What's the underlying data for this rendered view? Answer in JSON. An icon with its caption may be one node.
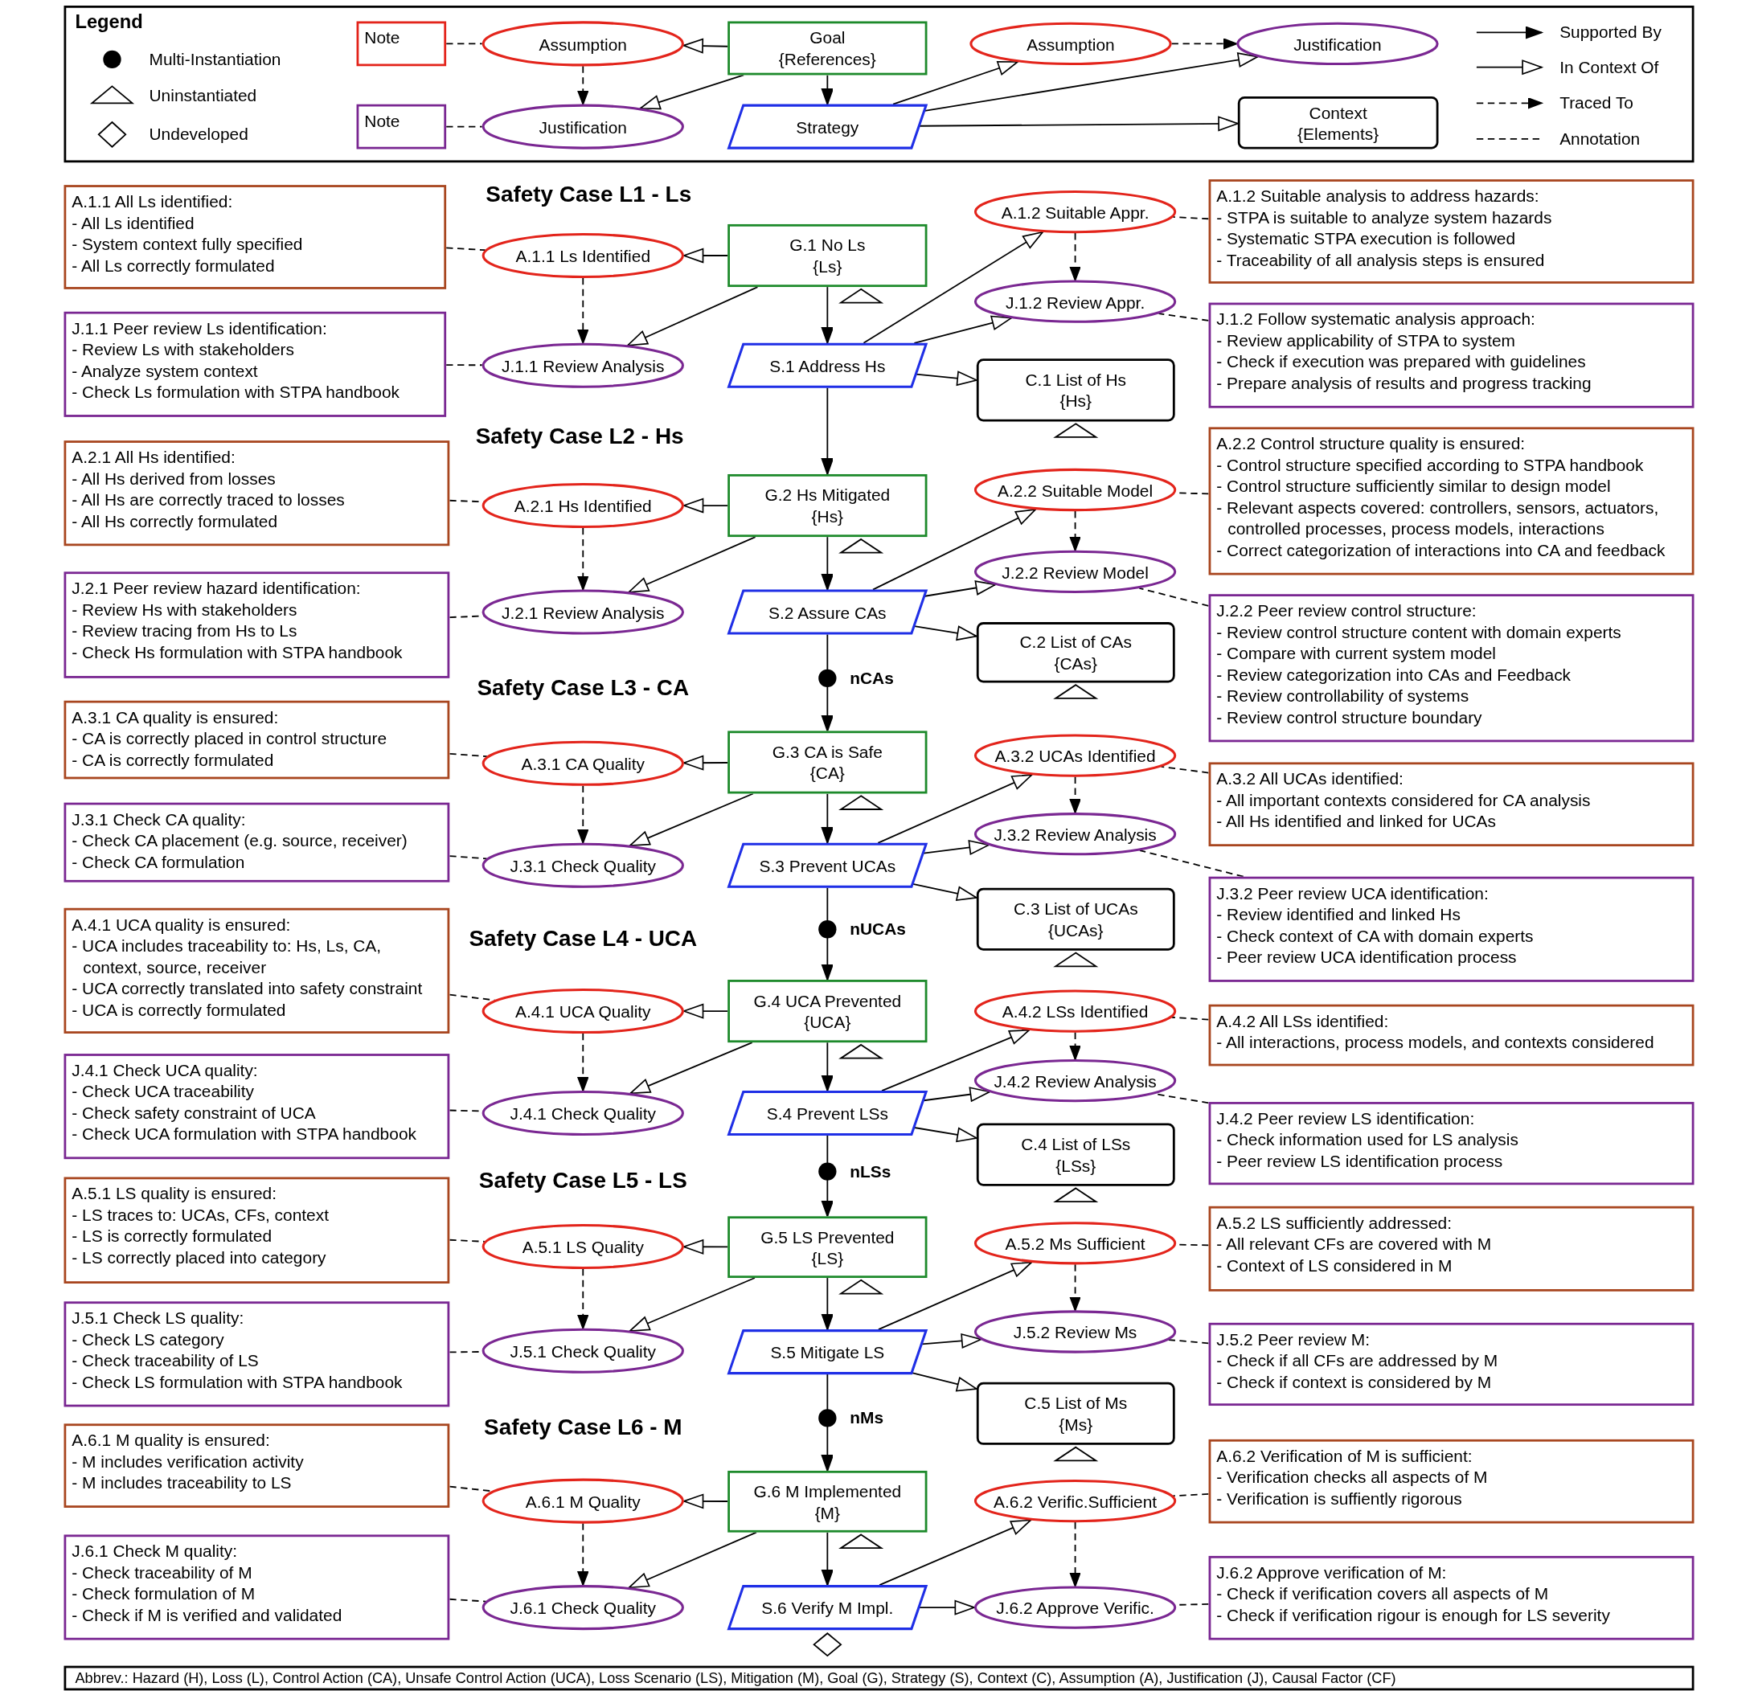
{
  "diagram": {
    "nodes": [
      {
        "text": [
          "Note"
        ]
      },
      {
        "text": [
          "Assumption"
        ]
      },
      {
        "text": [
          "Goal",
          "{References}"
        ]
      },
      {
        "text": [
          "Assumption"
        ]
      },
      {
        "text": [
          "Justification"
        ]
      },
      {
        "text": [
          "Note"
        ]
      },
      {
        "text": [
          "Justification"
        ]
      },
      {
        "text": [
          "Strategy"
        ]
      },
      {
        "text": [
          "Context",
          "{Elements}"
        ]
      },
      {
        "text": [
          "A.1.1 All Ls identified:",
          "- All Ls identified",
          "- System context fully specified",
          "- All Ls correctly formulated"
        ]
      },
      {
        "text": [
          "A.1.1 Ls Identified"
        ]
      },
      {
        "text": [
          "G.1 No Ls",
          "{Ls}"
        ]
      },
      {
        "text": [
          "A.1.2 Suitable Appr."
        ]
      },
      {
        "text": [
          "A.1.2 Suitable analysis to address hazards:",
          "- STPA is suitable to analyze system hazards",
          "- Systematic STPA execution is followed",
          "- Traceability of all analysis steps is ensured"
        ]
      },
      {
        "text": [
          "J.1.1 Peer review Ls identification:",
          "- Review Ls with stakeholders",
          "- Analyze system context",
          "- Check Ls formulation with STPA handbook"
        ]
      },
      {
        "text": [
          "J.1.1 Review Analysis"
        ]
      },
      {
        "text": [
          "S.1 Address Hs"
        ]
      },
      {
        "text": [
          "J.1.2 Review Appr."
        ]
      },
      {
        "text": [
          "J.1.2 Follow systematic analysis approach:",
          "- Review applicability of STPA to system",
          "- Check if execution was prepared with guidelines",
          "- Prepare analysis of results and progress tracking"
        ]
      },
      {
        "text": [
          "C.1 List of Hs",
          "{Hs}"
        ]
      },
      {
        "text": [
          "A.2.1 All Hs identified:",
          "- All Hs derived from losses",
          "- All Hs are correctly traced to losses",
          "- All Hs correctly formulated"
        ]
      },
      {
        "text": [
          "A.2.1 Hs Identified"
        ]
      },
      {
        "text": [
          "G.2 Hs Mitigated",
          "{Hs}"
        ]
      },
      {
        "text": [
          "A.2.2 Suitable Model"
        ]
      },
      {
        "text": [
          "A.2.2 Control structure quality is ensured:",
          "- Control structure specified according to STPA handbook",
          "- Control structure sufficiently similar to design model",
          "- Relevant aspects covered: controllers, sensors, actuators, controlled processes, process models, interactions",
          "- Correct categorization of interactions into CA and feedback"
        ]
      },
      {
        "text": [
          "J.2.1 Peer review hazard identification:",
          "- Review Hs with stakeholders",
          "- Review tracing from Hs to Ls",
          "- Check Hs formulation with STPA handbook"
        ]
      },
      {
        "text": [
          "J.2.1 Review Analysis"
        ]
      },
      {
        "text": [
          "S.2 Assure CAs"
        ]
      },
      {
        "text": [
          "J.2.2 Review Model"
        ]
      },
      {
        "text": [
          "J.2.2 Peer review control structure:",
          "- Review control structure content with domain experts",
          "- Compare with current system model",
          "- Review categorization into CAs and Feedback",
          "- Review controllability of systems",
          "- Review control structure boundary"
        ]
      },
      {
        "text": [
          "C.2 List of CAs",
          "{CAs}"
        ]
      },
      {
        "text": [
          "A.3.1 CA quality is ensured:",
          "- CA is correctly placed in control structure",
          "- CA is correctly formulated"
        ]
      },
      {
        "text": [
          "A.3.1 CA Quality"
        ]
      },
      {
        "text": [
          "G.3 CA is Safe",
          "{CA}"
        ]
      },
      {
        "text": [
          "A.3.2 UCAs Identified"
        ]
      },
      {
        "text": [
          "A.3.2 All UCAs identified:",
          "- All important contexts considered for CA analysis",
          "- All Hs identified and linked for UCAs"
        ]
      },
      {
        "text": [
          "J.3.1 Check CA quality:",
          "- Check CA placement (e.g. source, receiver)",
          "- Check CA formulation"
        ]
      },
      {
        "text": [
          "J.3.1 Check Quality"
        ]
      },
      {
        "text": [
          "S.3 Prevent UCAs"
        ]
      },
      {
        "text": [
          "J.3.2 Review Analysis"
        ]
      },
      {
        "text": [
          "J.3.2 Peer review UCA identification:",
          "- Review identified and linked Hs",
          "- Check context of CA with domain experts",
          "- Peer review UCA identification process"
        ]
      },
      {
        "text": [
          "C.3 List of UCAs",
          "{UCAs}"
        ]
      },
      {
        "text": [
          "A.4.1 UCA quality is ensured:",
          "- UCA includes traceability to: Hs, Ls, CA, context, source, receiver",
          "- UCA correctly translated into safety constraint",
          "- UCA is correctly formulated"
        ]
      },
      {
        "text": [
          "A.4.1 UCA Quality"
        ]
      },
      {
        "text": [
          "G.4 UCA Prevented",
          "{UCA}"
        ]
      },
      {
        "text": [
          "A.4.2 LSs Identified"
        ]
      },
      {
        "text": [
          "A.4.2 All LSs identified:",
          "- All interactions, process models, and contexts considered"
        ]
      },
      {
        "text": [
          "J.4.1 Check UCA quality:",
          "- Check UCA traceability",
          "- Check safety constraint of UCA",
          "- Check UCA formulation with STPA handbook"
        ]
      },
      {
        "text": [
          "J.4.1 Check Quality"
        ]
      },
      {
        "text": [
          "S.4 Prevent LSs"
        ]
      },
      {
        "text": [
          "J.4.2 Review Analysis"
        ]
      },
      {
        "text": [
          "J.4.2 Peer review LS identification:",
          "- Check information used for LS analysis",
          "- Peer review LS identification process"
        ]
      },
      {
        "text": [
          "C.4 List of LSs",
          "{LSs}"
        ]
      },
      {
        "text": [
          "A.5.1 LS quality is ensured:",
          "- LS traces to: UCAs, CFs, context",
          "- LS is correctly formulated",
          "- LS correctly placed into category"
        ]
      },
      {
        "text": [
          "A.5.1 LS Quality"
        ]
      },
      {
        "text": [
          "G.5 LS Prevented",
          "{LS}"
        ]
      },
      {
        "text": [
          "A.5.2 Ms Sufficient"
        ]
      },
      {
        "text": [
          "A.5.2 LS sufficiently addressed:",
          "- All relevant CFs are covered with M",
          "- Context of LS considered in M"
        ]
      },
      {
        "text": [
          "J.5.1 Check LS quality:",
          "- Check LS category",
          "- Check traceability of LS",
          "- Check LS formulation with STPA handbook"
        ]
      },
      {
        "text": [
          "J.5.1 Check Quality"
        ]
      },
      {
        "text": [
          "S.5 Mitigate LS"
        ]
      },
      {
        "text": [
          "J.5.2 Review Ms"
        ]
      },
      {
        "text": [
          "J.5.2 Peer review M:",
          "- Check if all CFs are addressed by M",
          "- Check if context is considered by M"
        ]
      },
      {
        "text": [
          "C.5 List of Ms",
          "{Ms}"
        ]
      },
      {
        "text": [
          "A.6.1 M quality is ensured:",
          "- M includes verification activity",
          "- M includes traceability to LS"
        ]
      },
      {
        "text": [
          "A.6.1 M Quality"
        ]
      },
      {
        "text": [
          "G.6 M Implemented",
          "{M}"
        ]
      },
      {
        "text": [
          "A.6.2 Verific.Sufficient"
        ]
      },
      {
        "text": [
          "A.6.2 Verification of M is sufficient:",
          "- Verification checks all aspects of M",
          "- Verification is suffiently rigorous"
        ]
      },
      {
        "text": [
          "J.6.1 Check M quality:",
          "- Check traceability of M",
          "- Check formulation of M",
          "- Check if M is verified and validated"
        ]
      },
      {
        "text": [
          "J.6.1 Check Quality"
        ]
      },
      {
        "text": [
          "S.6 Verify M Impl."
        ]
      },
      {
        "text": [
          "J.6.2 Approve Verific."
        ]
      },
      {
        "text": [
          "J.6.2 Approve verification of M:",
          "- Check if verification covers all aspects of M",
          "- Check if verification rigour is enough for LS severity"
        ]
      }
    ],
    "edges": [
      {
        "from": 2,
        "to": 1,
        "arrow": "to"
      },
      {
        "from": 2,
        "to": 6,
        "arrow": "to"
      },
      {
        "from": 2,
        "to": 7,
        "arrow": "to"
      },
      {
        "from": 1,
        "to": 6,
        "arrow": "to",
        "style": "dashed"
      },
      {
        "from": 0,
        "to": 1,
        "arrow": "none",
        "style": "dashed"
      },
      {
        "from": 5,
        "to": 6,
        "arrow": "none",
        "style": "dashed"
      },
      {
        "from": 7,
        "to": 3,
        "arrow": "to"
      },
      {
        "from": 7,
        "to": 4,
        "arrow": "to"
      },
      {
        "from": 7,
        "to": 8,
        "arrow": "to"
      },
      {
        "from": 3,
        "to": 4,
        "arrow": "to",
        "style": "dashed"
      },
      {
        "from": 11,
        "to": 10,
        "arrow": "to"
      },
      {
        "from": 11,
        "to": 15,
        "arrow": "to"
      },
      {
        "from": 10,
        "to": 15,
        "arrow": "to",
        "style": "dashed"
      },
      {
        "from": 9,
        "to": 10,
        "arrow": "none",
        "style": "dashed"
      },
      {
        "from": 14,
        "to": 15,
        "arrow": "none",
        "style": "dashed"
      },
      {
        "from": 11,
        "to": 16,
        "arrow": "to"
      },
      {
        "from": 16,
        "to": 12,
        "arrow": "to"
      },
      {
        "from": 16,
        "to": 17,
        "arrow": "to"
      },
      {
        "from": 16,
        "to": 19,
        "arrow": "to"
      },
      {
        "from": 12,
        "to": 17,
        "arrow": "to",
        "style": "dashed"
      },
      {
        "from": 13,
        "to": 12,
        "arrow": "none",
        "style": "dashed"
      },
      {
        "from": 18,
        "to": 17,
        "arrow": "none",
        "style": "dashed"
      },
      {
        "from": 16,
        "to": 22,
        "arrow": "to"
      },
      {
        "from": 22,
        "to": 21,
        "arrow": "to"
      },
      {
        "from": 22,
        "to": 26,
        "arrow": "to"
      },
      {
        "from": 21,
        "to": 26,
        "arrow": "to",
        "style": "dashed"
      },
      {
        "from": 20,
        "to": 21,
        "arrow": "none",
        "style": "dashed"
      },
      {
        "from": 25,
        "to": 26,
        "arrow": "none",
        "style": "dashed"
      },
      {
        "from": 22,
        "to": 27,
        "arrow": "to"
      },
      {
        "from": 27,
        "to": 23,
        "arrow": "to"
      },
      {
        "from": 27,
        "to": 28,
        "arrow": "to"
      },
      {
        "from": 27,
        "to": 30,
        "arrow": "to"
      },
      {
        "from": 23,
        "to": 28,
        "arrow": "to",
        "style": "dashed"
      },
      {
        "from": 24,
        "to": 23,
        "arrow": "none",
        "style": "dashed"
      },
      {
        "from": 29,
        "to": 28,
        "arrow": "none",
        "style": "dashed"
      },
      {
        "from": 27,
        "to": 33,
        "arrow": "to",
        "label": "nCAs"
      },
      {
        "from": 33,
        "to": 32,
        "arrow": "to"
      },
      {
        "from": 33,
        "to": 37,
        "arrow": "to"
      },
      {
        "from": 32,
        "to": 37,
        "arrow": "to",
        "style": "dashed"
      },
      {
        "from": 31,
        "to": 32,
        "arrow": "none",
        "style": "dashed"
      },
      {
        "from": 36,
        "to": 37,
        "arrow": "none",
        "style": "dashed"
      },
      {
        "from": 33,
        "to": 38,
        "arrow": "to"
      },
      {
        "from": 38,
        "to": 34,
        "arrow": "to"
      },
      {
        "from": 38,
        "to": 39,
        "arrow": "to"
      },
      {
        "from": 38,
        "to": 41,
        "arrow": "to"
      },
      {
        "from": 34,
        "to": 39,
        "arrow": "to",
        "style": "dashed"
      },
      {
        "from": 35,
        "to": 34,
        "arrow": "none",
        "style": "dashed"
      },
      {
        "from": 40,
        "to": 39,
        "arrow": "none",
        "style": "dashed"
      },
      {
        "from": 38,
        "to": 44,
        "arrow": "to",
        "label": "nUCAs"
      },
      {
        "from": 44,
        "to": 43,
        "arrow": "to"
      },
      {
        "from": 44,
        "to": 48,
        "arrow": "to"
      },
      {
        "from": 43,
        "to": 48,
        "arrow": "to",
        "style": "dashed"
      },
      {
        "from": 42,
        "to": 43,
        "arrow": "none",
        "style": "dashed"
      },
      {
        "from": 47,
        "to": 48,
        "arrow": "none",
        "style": "dashed"
      },
      {
        "from": 44,
        "to": 49,
        "arrow": "to"
      },
      {
        "from": 49,
        "to": 45,
        "arrow": "to"
      },
      {
        "from": 49,
        "to": 50,
        "arrow": "to"
      },
      {
        "from": 49,
        "to": 52,
        "arrow": "to"
      },
      {
        "from": 45,
        "to": 50,
        "arrow": "to",
        "style": "dashed"
      },
      {
        "from": 46,
        "to": 45,
        "arrow": "none",
        "style": "dashed"
      },
      {
        "from": 51,
        "to": 50,
        "arrow": "none",
        "style": "dashed"
      },
      {
        "from": 49,
        "to": 55,
        "arrow": "to",
        "label": "nLSs"
      },
      {
        "from": 55,
        "to": 54,
        "arrow": "to"
      },
      {
        "from": 55,
        "to": 59,
        "arrow": "to"
      },
      {
        "from": 54,
        "to": 59,
        "arrow": "to",
        "style": "dashed"
      },
      {
        "from": 53,
        "to": 54,
        "arrow": "none",
        "style": "dashed"
      },
      {
        "from": 58,
        "to": 59,
        "arrow": "none",
        "style": "dashed"
      },
      {
        "from": 55,
        "to": 60,
        "arrow": "to"
      },
      {
        "from": 60,
        "to": 56,
        "arrow": "to"
      },
      {
        "from": 60,
        "to": 61,
        "arrow": "to"
      },
      {
        "from": 60,
        "to": 63,
        "arrow": "to"
      },
      {
        "from": 56,
        "to": 61,
        "arrow": "to",
        "style": "dashed"
      },
      {
        "from": 57,
        "to": 56,
        "arrow": "none",
        "style": "dashed"
      },
      {
        "from": 62,
        "to": 61,
        "arrow": "none",
        "style": "dashed"
      },
      {
        "from": 60,
        "to": 66,
        "arrow": "to",
        "label": "nMs"
      },
      {
        "from": 66,
        "to": 65,
        "arrow": "to"
      },
      {
        "from": 66,
        "to": 70,
        "arrow": "to"
      },
      {
        "from": 65,
        "to": 70,
        "arrow": "to",
        "style": "dashed"
      },
      {
        "from": 64,
        "to": 65,
        "arrow": "none",
        "style": "dashed"
      },
      {
        "from": 69,
        "to": 70,
        "arrow": "none",
        "style": "dashed"
      },
      {
        "from": 66,
        "to": 71,
        "arrow": "to"
      },
      {
        "from": 71,
        "to": 67,
        "arrow": "to"
      },
      {
        "from": 71,
        "to": 72,
        "arrow": "to"
      },
      {
        "from": 67,
        "to": 72,
        "arrow": "to",
        "style": "dashed"
      },
      {
        "from": 68,
        "to": 67,
        "arrow": "none",
        "style": "dashed"
      },
      {
        "from": 73,
        "to": 72,
        "arrow": "none",
        "style": "dashed"
      }
    ],
    "labels": [
      "Legend",
      "Safety Case L1 - Ls",
      "Safety Case L2 - Hs",
      "Safety Case L3 - CA",
      "Safety Case L4 - UCA",
      "Safety Case L5 - LS",
      "Safety Case L6 - M",
      "Abbrev.: Hazard (H), Loss (L), Control Action (CA), Unsafe Control Action (UCA), Loss Scenario (LS), Mitigation (M), Goal (G), Strategy (S), Context (C), Assumption (A), Justification (J), Causal Factor (CF)"
    ],
    "legend": [
      {
        "text": "Multi-Instantiation"
      },
      {
        "text": "Uninstantiated"
      },
      {
        "text": "Undeveloped"
      },
      {
        "text": "Supported By"
      },
      {
        "text": "In Context Of"
      },
      {
        "text": "Traced To"
      },
      {
        "text": "Annotation"
      }
    ]
  }
}
